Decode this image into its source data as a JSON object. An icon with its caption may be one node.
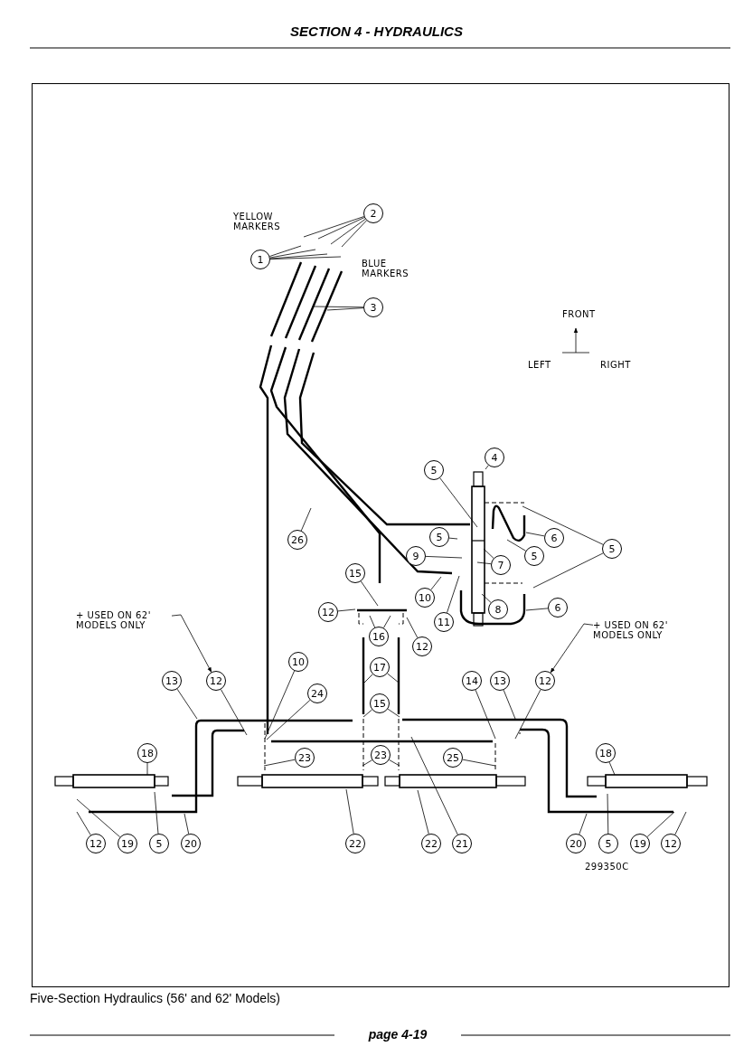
{
  "diagram": {
    "title": "SECTION 4 - HYDRAULICS",
    "caption": "Five-Section Hydraulics (56' and 62' Models)",
    "nodes": [
      {
        "text": [
          "2"
        ]
      },
      {
        "text": [
          "1"
        ]
      },
      {
        "text": [
          "3"
        ]
      },
      {
        "text": [
          "4"
        ]
      },
      {
        "text": [
          "5"
        ]
      },
      {
        "text": [
          "6"
        ]
      },
      {
        "text": [
          "26"
        ]
      },
      {
        "text": [
          "5"
        ]
      },
      {
        "text": [
          "5"
        ]
      },
      {
        "text": [
          "9"
        ]
      },
      {
        "text": [
          "5"
        ]
      },
      {
        "text": [
          "7"
        ]
      },
      {
        "text": [
          "15"
        ]
      },
      {
        "text": [
          "10"
        ]
      },
      {
        "text": [
          "8"
        ]
      },
      {
        "text": [
          "6"
        ]
      },
      {
        "text": [
          "12"
        ]
      },
      {
        "text": [
          "+ USED ON 62' MODELS ONLY"
        ]
      },
      {
        "text": [
          "11"
        ]
      },
      {
        "text": [
          "+ USED ON 62' MODELS ONLY"
        ]
      },
      {
        "text": [
          "16"
        ]
      },
      {
        "text": [
          "12"
        ]
      },
      {
        "text": [
          "10"
        ]
      },
      {
        "text": [
          "17"
        ]
      },
      {
        "text": [
          "13"
        ]
      },
      {
        "text": [
          "12"
        ]
      },
      {
        "text": [
          "14"
        ]
      },
      {
        "text": [
          "13"
        ]
      },
      {
        "text": [
          "12"
        ]
      },
      {
        "text": [
          "24"
        ]
      },
      {
        "text": [
          "15"
        ]
      },
      {
        "text": [
          "18"
        ]
      },
      {
        "text": [
          "18"
        ]
      },
      {
        "text": [
          "23"
        ]
      },
      {
        "text": [
          "23"
        ]
      },
      {
        "text": [
          "25"
        ]
      },
      {
        "text": [
          "12"
        ]
      },
      {
        "text": [
          "19"
        ]
      },
      {
        "text": [
          "5"
        ]
      },
      {
        "text": [
          "20"
        ]
      },
      {
        "text": [
          "22"
        ]
      },
      {
        "text": [
          "22"
        ]
      },
      {
        "text": [
          "21"
        ]
      },
      {
        "text": [
          "20"
        ]
      },
      {
        "text": [
          "5"
        ]
      },
      {
        "text": [
          "19"
        ]
      },
      {
        "text": [
          "12"
        ]
      }
    ],
    "edges": [
      {
        "from": 0,
        "to": null,
        "arrow": "none"
      },
      {
        "from": 0,
        "to": null,
        "arrow": "none"
      },
      {
        "from": 0,
        "to": null,
        "arrow": "none"
      },
      {
        "from": 0,
        "to": null,
        "arrow": "none"
      },
      {
        "from": 1,
        "to": null,
        "arrow": "none"
      },
      {
        "from": 1,
        "to": null,
        "arrow": "none"
      },
      {
        "from": 1,
        "to": null,
        "arrow": "none"
      },
      {
        "from": 1,
        "to": null,
        "arrow": "none"
      },
      {
        "from": 2,
        "to": null,
        "arrow": "none"
      },
      {
        "from": 2,
        "to": null,
        "arrow": "none"
      },
      {
        "from": 3,
        "to": null,
        "arrow": "none"
      },
      {
        "from": 4,
        "to": null,
        "arrow": "none"
      },
      {
        "from": 5,
        "to": null,
        "arrow": "none"
      },
      {
        "from": 6,
        "to": null,
        "arrow": "none"
      },
      {
        "from": 7,
        "to": null,
        "arrow": "none"
      },
      {
        "from": 8,
        "to": null,
        "arrow": "none"
      },
      {
        "from": 8,
        "to": null,
        "arrow": "none"
      },
      {
        "from": 9,
        "to": null,
        "arrow": "none"
      },
      {
        "from": 10,
        "to": null,
        "arrow": "none"
      },
      {
        "from": 11,
        "to": null,
        "arrow": "none"
      },
      {
        "from": 11,
        "to": null,
        "arrow": "none"
      },
      {
        "from": 12,
        "to": null,
        "arrow": "none"
      },
      {
        "from": 13,
        "to": null,
        "arrow": "none"
      },
      {
        "from": 14,
        "to": null,
        "arrow": "none"
      },
      {
        "from": 15,
        "to": null,
        "arrow": "none"
      },
      {
        "from": 16,
        "to": null,
        "arrow": "none"
      },
      {
        "from": 17,
        "to": 25,
        "arrow": "to"
      },
      {
        "from": 18,
        "to": null,
        "arrow": "none"
      },
      {
        "from": 19,
        "to": 28,
        "arrow": "to"
      },
      {
        "from": 20,
        "to": null,
        "arrow": "none"
      },
      {
        "from": 20,
        "to": null,
        "arrow": "none"
      },
      {
        "from": 21,
        "to": null,
        "arrow": "none"
      },
      {
        "from": 22,
        "to": null,
        "arrow": "none"
      },
      {
        "from": 23,
        "to": null,
        "arrow": "none"
      },
      {
        "from": 23,
        "to": null,
        "arrow": "none"
      },
      {
        "from": 24,
        "to": null,
        "arrow": "none"
      },
      {
        "from": 25,
        "to": null,
        "arrow": "none"
      },
      {
        "from": 26,
        "to": null,
        "arrow": "none"
      },
      {
        "from": 27,
        "to": null,
        "arrow": "none"
      },
      {
        "from": 28,
        "to": null,
        "arrow": "none"
      },
      {
        "from": 29,
        "to": null,
        "arrow": "none"
      },
      {
        "from": 30,
        "to": null,
        "arrow": "none"
      },
      {
        "from": 30,
        "to": null,
        "arrow": "none"
      },
      {
        "from": 31,
        "to": null,
        "arrow": "none"
      },
      {
        "from": 32,
        "to": null,
        "arrow": "none"
      },
      {
        "from": 33,
        "to": null,
        "arrow": "none"
      },
      {
        "from": 33,
        "to": null,
        "arrow": "none"
      },
      {
        "from": 34,
        "to": null,
        "arrow": "none"
      },
      {
        "from": 35,
        "to": null,
        "arrow": "none"
      },
      {
        "from": 36,
        "to": null,
        "arrow": "none"
      },
      {
        "from": 37,
        "to": null,
        "arrow": "none"
      },
      {
        "from": 38,
        "to": null,
        "arrow": "none"
      },
      {
        "from": 39,
        "to": null,
        "arrow": "none"
      },
      {
        "from": 40,
        "to": null,
        "arrow": "none"
      },
      {
        "from": 41,
        "to": null,
        "arrow": "none"
      },
      {
        "from": 42,
        "to": null,
        "arrow": "none"
      },
      {
        "from": 43,
        "to": null,
        "arrow": "none"
      },
      {
        "from": 44,
        "to": null,
        "arrow": "none"
      },
      {
        "from": 45,
        "to": null,
        "arrow": "none"
      },
      {
        "from": 46,
        "to": null,
        "arrow": "none"
      }
    ],
    "labels": [
      "YELLOW MARKERS",
      "BLUE MARKERS",
      "FRONT",
      "LEFT",
      "RIGHT",
      "299350C",
      "page 4-19"
    ]
  }
}
